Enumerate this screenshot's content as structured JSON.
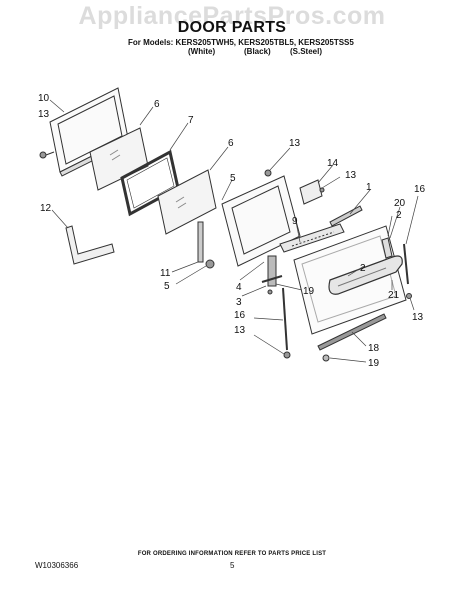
{
  "watermark": "AppliancePartsPros.com",
  "header": {
    "title": "DOOR PARTS",
    "models_line": "For Models: KERS205TWH5, KERS205TBL5, KERS205TSS5",
    "variants": [
      "(White)",
      "(Black)",
      "(S.Steel)"
    ]
  },
  "callouts": [
    "10",
    "13",
    "6",
    "7",
    "6",
    "13",
    "14",
    "13",
    "1",
    "5",
    "12",
    "9",
    "20",
    "16",
    "2",
    "11",
    "5",
    "4",
    "2",
    "19",
    "3",
    "21",
    "16",
    "13",
    "13",
    "18",
    "19"
  ],
  "footer": {
    "instruction": "FOR ORDERING INFORMATION REFER TO PARTS PRICE LIST",
    "doc_number": "W10306366",
    "page": "5"
  },
  "colors": {
    "line": "#333333",
    "glass": "#f4f4f4",
    "watermark": "#dcdcdc"
  }
}
